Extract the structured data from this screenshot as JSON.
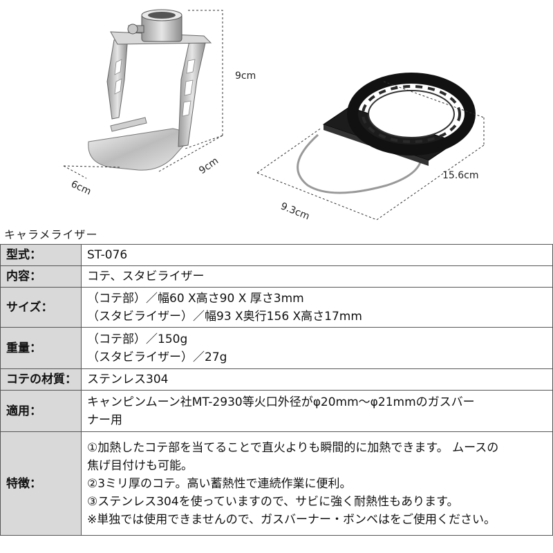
{
  "dimensions": {
    "iron_height": "9cm",
    "iron_length": "9cm",
    "iron_width": "6cm",
    "stabilizer_length": "15.6cm",
    "stabilizer_width": "9.3cm"
  },
  "subtitle": "キャラメライザー",
  "spec": {
    "model": {
      "label": "型式：",
      "value": "ST-076"
    },
    "contents": {
      "label": "内容：",
      "value": "コテ、スタビライザー"
    },
    "size": {
      "label": "サイズ：",
      "lines": [
        "（コテ部）／幅60 X高さ90 X 厚さ3mm",
        "（スタビライザー）／幅93 X奥行156 X高さ17mm"
      ]
    },
    "weight": {
      "label": "重量：",
      "lines": [
        "（コテ部）／150g",
        "（スタビライザー）／27g"
      ]
    },
    "material": {
      "label": "コテの材質：",
      "value": "ステンレス304"
    },
    "applicable": {
      "label": "適用：",
      "lines": [
        "キャンピンムーン社MT-2930等火口外径がφ20mm〜φ21mmのガスバー",
        "ナー用"
      ]
    },
    "features": {
      "label": "特徴：",
      "lines": [
        "①加熱したコテ部を当てることで直火よりも瞬間的に加熱できます。 ムースの",
        "焦げ目付けも可能。",
        "②3ミリ厚のコテ。高い蓄熱性で連続作業に便利。",
        "③ステンレス304を使っていますので、サビに強く耐熱性もあります。",
        "※単独では使用できませんので、ガスバーナー・ボンベはをご使用ください。"
      ]
    }
  }
}
